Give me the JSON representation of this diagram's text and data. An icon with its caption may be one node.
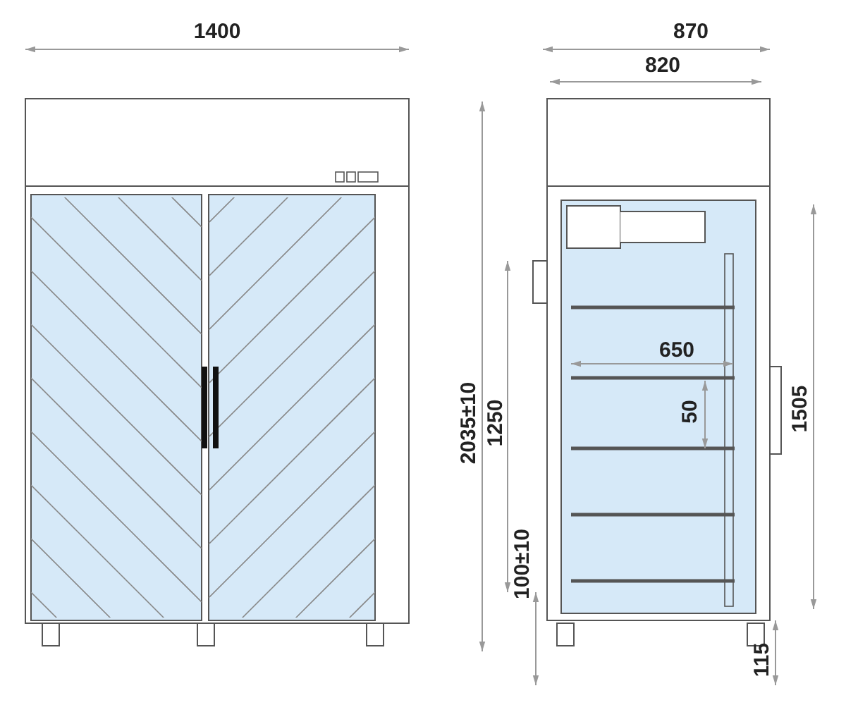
{
  "diagram": {
    "labels": [
      "1400",
      "870",
      "820",
      "2035±10",
      "1250",
      "650",
      "50",
      "1505",
      "100±10",
      "115"
    ]
  }
}
